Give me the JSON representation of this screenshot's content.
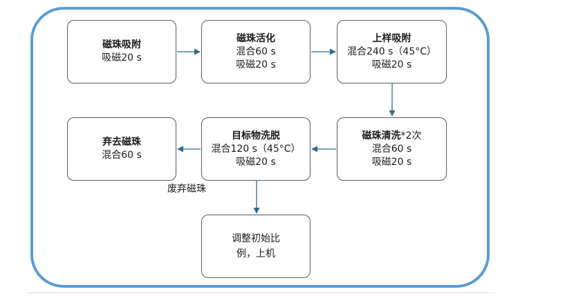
{
  "nodes": {
    "bead_adsorb": {
      "title": "磁珠吸附",
      "lines": [
        "吸磁20 s"
      ]
    },
    "bead_activate": {
      "title": "磁珠活化",
      "lines": [
        "混合60 s",
        "吸磁20 s"
      ]
    },
    "sample_adsorb": {
      "title": "上样吸附",
      "lines": [
        "混合240 s（45°C）",
        "吸磁20 s"
      ]
    },
    "bead_wash": {
      "title": "磁珠清洗",
      "title_suffix": "*2次",
      "lines": [
        "混合60 s",
        "吸磁20 s"
      ]
    },
    "target_elute": {
      "title": "目标物洗脱",
      "lines": [
        "混合120 s（45°C）",
        "吸磁20 s"
      ]
    },
    "discard_beads": {
      "title": "弃去磁珠",
      "lines": [
        "混合60 s"
      ]
    },
    "adjust_ratio": {
      "lines": [
        "调整初始比",
        "例，上机"
      ]
    }
  },
  "edge_labels": {
    "discard_beads_note": "废弃磁珠"
  },
  "colors": {
    "frame_border": "#5b9bd5",
    "arrow": "#2e6a8e",
    "box_border": "#595959"
  }
}
